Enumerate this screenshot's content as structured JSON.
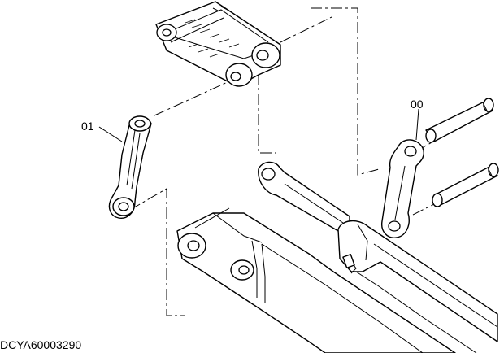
{
  "callouts": {
    "link_01": "01",
    "link_00": "00"
  },
  "drawing_code": "DCYA60003290",
  "colors": {
    "line": "#000000",
    "background": "#ffffff"
  }
}
